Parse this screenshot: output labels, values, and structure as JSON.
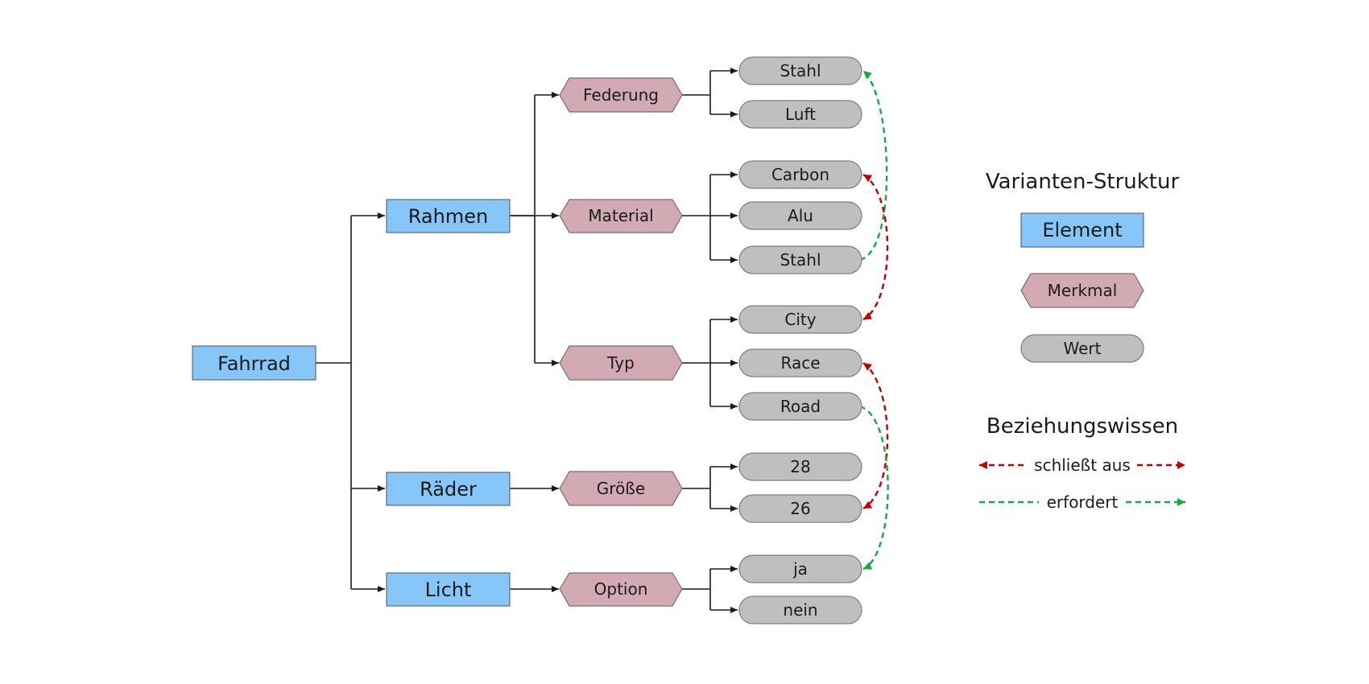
{
  "diagram": {
    "root": {
      "label": "Fahrrad"
    },
    "elements": [
      {
        "label": "Rahmen"
      },
      {
        "label": "Räder"
      },
      {
        "label": "Licht"
      }
    ],
    "merkmale": [
      {
        "label": "Federung"
      },
      {
        "label": "Material"
      },
      {
        "label": "Typ"
      },
      {
        "label": "Größe"
      },
      {
        "label": "Option"
      }
    ],
    "werte": [
      {
        "label": "Stahl"
      },
      {
        "label": "Luft"
      },
      {
        "label": "Carbon"
      },
      {
        "label": "Alu"
      },
      {
        "label": "Stahl"
      },
      {
        "label": "City"
      },
      {
        "label": "Race"
      },
      {
        "label": "Road"
      },
      {
        "label": "28"
      },
      {
        "label": "26"
      },
      {
        "label": "ja"
      },
      {
        "label": "nein"
      }
    ],
    "relations": [
      {
        "type": "erfordert",
        "from": "Stahl (Material)",
        "to": "Stahl (Federung)"
      },
      {
        "type": "schließt aus",
        "from": "Carbon",
        "to": "City"
      },
      {
        "type": "schließt aus",
        "from": "Race",
        "to": "26"
      },
      {
        "type": "erfordert",
        "from": "Road",
        "to": "ja"
      }
    ]
  },
  "legend": {
    "structure_title": "Varianten-Struktur",
    "element_label": "Element",
    "merkmal_label": "Merkmal",
    "wert_label": "Wert",
    "relations_title": "Beziehungswissen",
    "excludes_label": "schließt aus",
    "requires_label": "erfordert"
  },
  "colors": {
    "element": "#86c6f9",
    "merkmal": "#d2aab4",
    "wert": "#bfbfbf",
    "excludes": "#c00000",
    "requires": "#11aa44"
  }
}
